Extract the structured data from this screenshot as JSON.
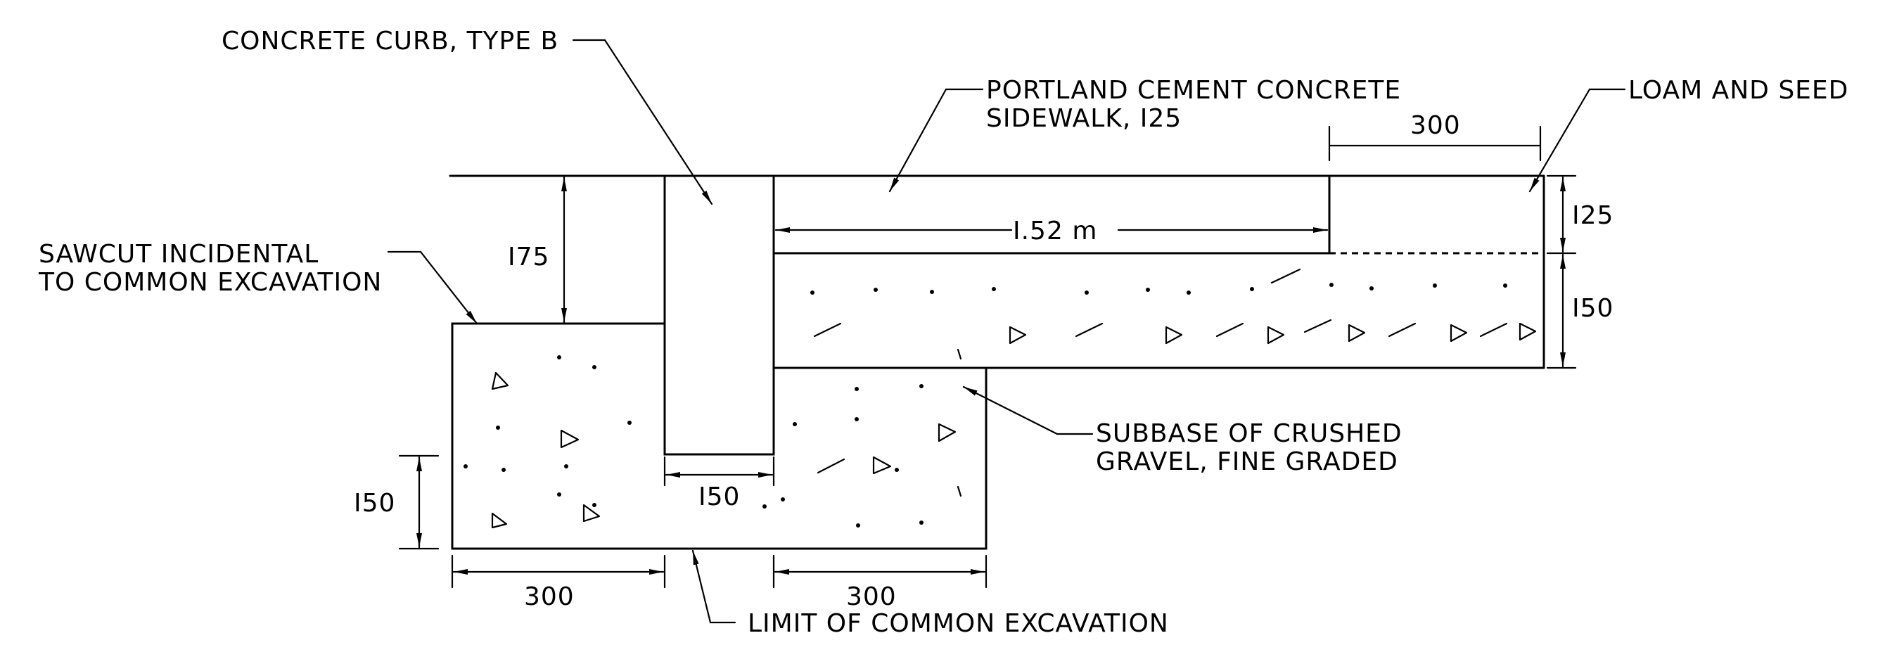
{
  "labels": {
    "curb": "CONCRETE CURB, TYPE B",
    "sidewalk_line1": "PORTLAND CEMENT CONCRETE",
    "sidewalk_line2": "SIDEWALK, I25",
    "loam": "LOAM AND SEED",
    "sawcut_line1": "SAWCUT INCIDENTAL",
    "sawcut_line2": "TO COMMON EXCAVATION",
    "subbase_line1": "SUBBASE OF CRUSHED",
    "subbase_line2": "GRAVEL, FINE GRADED",
    "limit": "LIMIT OF COMMON EXCAVATION"
  },
  "dimensions": {
    "curb_reveal": "I75",
    "sidewalk_width": "I.52 m",
    "loam_width": "300",
    "sidewalk_thickness": "I25",
    "subbase_thickness": "I50",
    "curb_width": "I50",
    "curb_base_depth": "I50",
    "left_base_width": "300",
    "right_base_width": "300"
  }
}
